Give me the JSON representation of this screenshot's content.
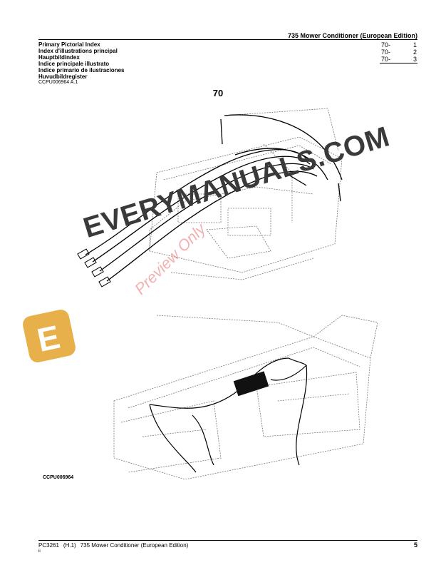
{
  "header": {
    "doc_title": "735 Mower Conditioner (European Edition)",
    "index_titles": [
      "Primary Pictorial Index",
      "Index d'illustrations principal",
      "Hauptbildindex",
      "Indice principale illustrato",
      "Indice primario de ilustraciones",
      "Huvudbildregister"
    ],
    "page_refs": [
      {
        "code": "70-",
        "num": "1"
      },
      {
        "code": "70-",
        "num": "2"
      },
      {
        "code": "70-",
        "num": "3"
      }
    ],
    "figure_ref": "CCPU006964 A.1"
  },
  "section_number": "70",
  "figure": {
    "caption_id": "CCPU006964"
  },
  "footer": {
    "pc_code": "PC3261",
    "revision": "(H.1)",
    "doc_name": "735 Mower Conditioner (European Edition)",
    "page_number": "5",
    "index_mark": "ii"
  },
  "watermark": {
    "site": "EVERYMANUALS.COM",
    "logo_letter": "E",
    "preview": "Preview Only",
    "logo_color": "#e8b04a"
  }
}
